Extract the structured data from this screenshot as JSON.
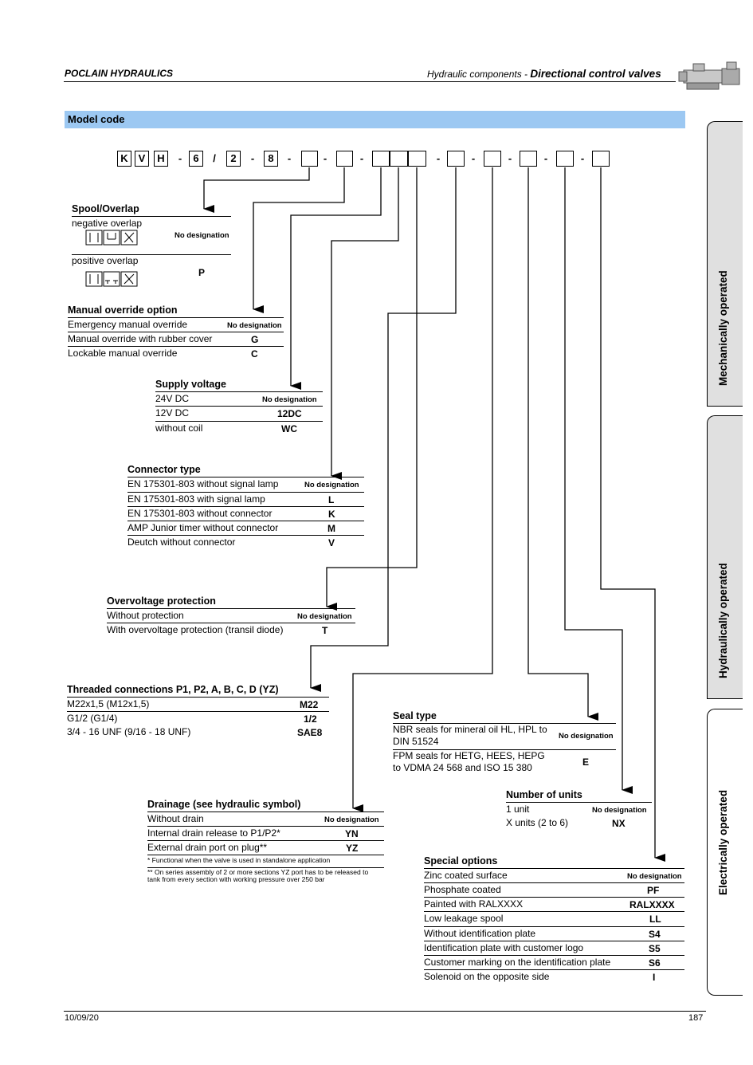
{
  "header": {
    "company": "POCLAIN HYDRAULICS",
    "category": "Hydraulic components - ",
    "title": "Directional control valves"
  },
  "section_bar": "Model code",
  "model_code": {
    "boxes": [
      "K",
      "V",
      "H",
      "6",
      "2",
      "8",
      "",
      "",
      "",
      "",
      "",
      "",
      "",
      "",
      ""
    ],
    "separators": [
      "-",
      "/",
      "-",
      "-",
      "-",
      "-",
      "-",
      "-",
      "-",
      "-",
      "-"
    ]
  },
  "spool": {
    "title": "Spool/Overlap",
    "negative_label": "negative overlap",
    "negative_code": "No designation",
    "positive_label": "positive overlap",
    "positive_code": "P"
  },
  "manual_override": {
    "title": "Manual override option",
    "rows": [
      {
        "label": "Emergency manual override",
        "code": "No designation"
      },
      {
        "label": "Manual override with rubber cover",
        "code": "G"
      },
      {
        "label": "Lockable manual override",
        "code": "C"
      }
    ]
  },
  "supply": {
    "title": "Supply voltage",
    "rows": [
      {
        "label": "24V DC",
        "code": "No designation"
      },
      {
        "label": "12V DC",
        "code": "12DC"
      },
      {
        "label": "without coil",
        "code": "WC"
      }
    ]
  },
  "connector": {
    "title": "Connector type",
    "rows": [
      {
        "label": "EN 175301-803 without signal lamp",
        "code": "No designation"
      },
      {
        "label": "EN 175301-803 with signal lamp",
        "code": "L"
      },
      {
        "label": "EN 175301-803 without connector",
        "code": "K"
      },
      {
        "label": "AMP Junior timer without connector",
        "code": "M"
      },
      {
        "label": "Deutch without connector",
        "code": "V"
      }
    ]
  },
  "overvoltage": {
    "title": "Overvoltage protection",
    "rows": [
      {
        "label": "Without protection",
        "code": "No designation"
      },
      {
        "label": "With overvoltage protection (transil diode)",
        "code": "T"
      }
    ]
  },
  "threaded": {
    "title": "Threaded connections P1, P2, A, B, C, D (YZ)",
    "rows": [
      {
        "label": "M22x1,5 (M12x1,5)",
        "code": "M22"
      },
      {
        "label": "G1/2 (G1/4)",
        "code": "1/2"
      },
      {
        "label": "3/4 - 16 UNF (9/16 - 18 UNF)",
        "code": "SAE8"
      }
    ]
  },
  "seal": {
    "title": "Seal type",
    "row1_line1": "NBR seals for mineral oil HL, HPL to",
    "row1_line2": "DIN 51524",
    "row1_code": "No designation",
    "row2_line1": "FPM seals for HETG, HEES, HEPG",
    "row2_line2": "to VDMA 24 568 and ISO 15 380",
    "row2_code": "E"
  },
  "units": {
    "title": "Number of units",
    "rows": [
      {
        "label": "1 unit",
        "code": "No designation"
      },
      {
        "label": "X units (2 to 6)",
        "code": "NX"
      }
    ]
  },
  "drainage": {
    "title": "Drainage (see hydraulic symbol)",
    "rows": [
      {
        "label": "Without drain",
        "code": "No designation"
      },
      {
        "label": "Internal drain release to P1/P2*",
        "code": "YN"
      },
      {
        "label": "External drain port on plug**",
        "code": "YZ"
      }
    ],
    "note1": "* Functional when the valve is used in standalone application",
    "note2": "** On series assembly of 2 or more sections YZ port has to be released to tank from every section with working pressure over 250 bar"
  },
  "special": {
    "title": "Special options",
    "rows": [
      {
        "label": "Zinc coated surface",
        "code": "No designation"
      },
      {
        "label": "Phosphate coated",
        "code": "PF"
      },
      {
        "label": "Painted with RALXXXX",
        "code": "RALXXXX"
      },
      {
        "label": "Low leakage spool",
        "code": "LL"
      },
      {
        "label": "Without identification plate",
        "code": "S4"
      },
      {
        "label": "Identification plate with customer logo",
        "code": "S5"
      },
      {
        "label": "Customer marking on the identification plate",
        "code": "S6"
      },
      {
        "label": "Solenoid on the opposite side",
        "code": "I"
      }
    ]
  },
  "tabs": {
    "mechanical": "Mechanically operated",
    "hydraulic": "Hydraulically operated",
    "electrical": "Electrically operated"
  },
  "footer": {
    "date": "10/09/20",
    "page": "187"
  }
}
